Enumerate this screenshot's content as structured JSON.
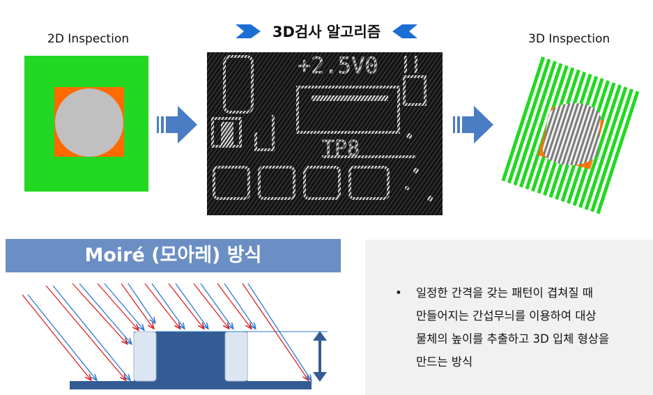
{
  "labels": {
    "inspection_2d": "2D Inspection",
    "algorithm_title": "3D검사 알고리즘",
    "inspection_3d": "3D Inspection"
  },
  "moire": {
    "title": "Moiré (모아레) 방식"
  },
  "description": {
    "bullet": "•",
    "lines": [
      "일정한 간격을 갖는 패턴이 겹쳐질 때",
      "만들어지는 간섭무늬를 이용하여 대상",
      "물체의 높이를 추출하고 3D 입체 형상을",
      "만드는 방식"
    ]
  },
  "pcb_marks": {
    "voltage": "+2.5V0",
    "testpoint": "TP8"
  },
  "colors": {
    "pad_green": "#22d822",
    "pad_orange": "#ff6a00",
    "component_gray": "#c0c0c0",
    "arrow_blue": "#4a7cc4",
    "chevron_blue": "#1b6fd4",
    "title_bar": "#6b8ec4",
    "component_dark": "#345c94",
    "ray_red": "#e02020",
    "ray_blue": "#2a7ad4",
    "desc_bg": "#f1f1f1"
  }
}
